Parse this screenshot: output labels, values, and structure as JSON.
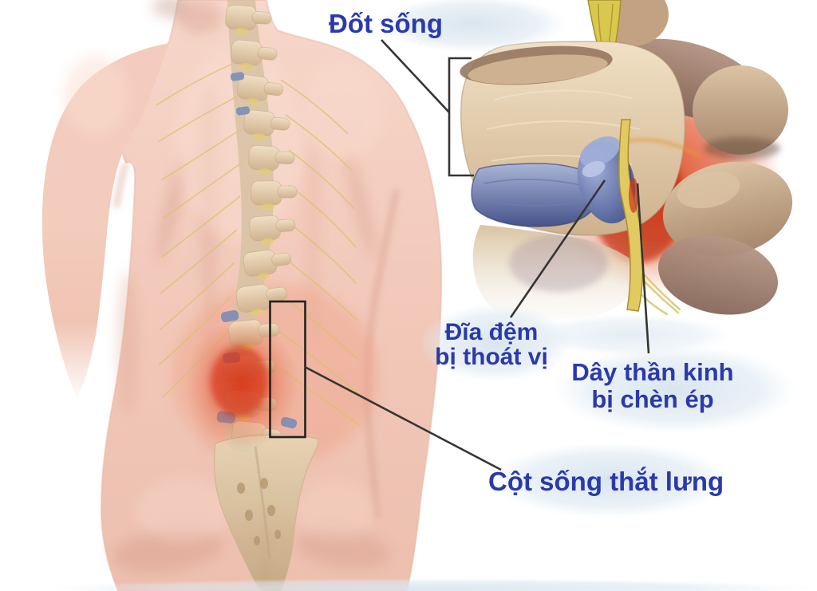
{
  "diagram": {
    "subject": "herniated-lumbar-disc-anatomy",
    "labels": {
      "vertebra": "Đốt sống",
      "disc_line1": "Đĩa đệm",
      "disc_line2": "bị thoát vị",
      "nerve_line1": "Dây thần kinh",
      "nerve_line2": "bị chèn ép",
      "lumbar": "Cột sống thắt lưng"
    },
    "colors": {
      "label_text": "#2a3aab",
      "connector_line": "#353535",
      "skin": "#f2c9bb",
      "skin_shadow": "#dba291",
      "bone": "#dcc5a4",
      "disc_blue": "#4d5a92",
      "nerve_yellow": "#e0c75f",
      "inflammation_red": "#dc452a",
      "halo_blue": "#d7e4ee",
      "background": "#ffffff"
    }
  }
}
